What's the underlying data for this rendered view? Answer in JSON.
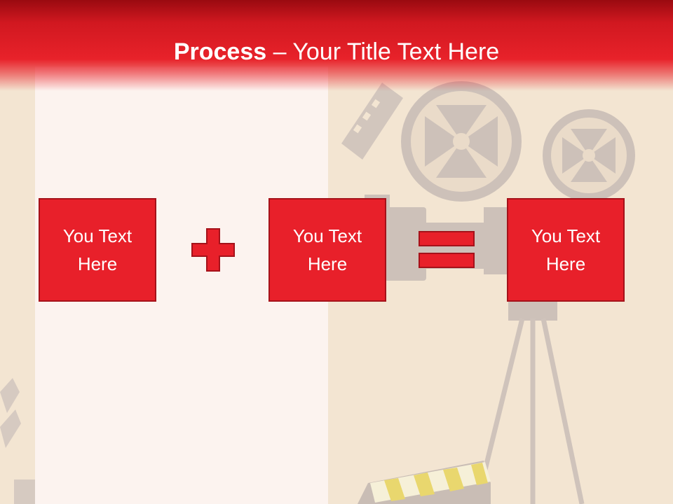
{
  "title": {
    "strong": "Process",
    "rest": " – Your Title Text Here"
  },
  "boxes": [
    {
      "label": "You Text\nHere"
    },
    {
      "label": "You Text\nHere"
    },
    {
      "label": "You Text\nHere"
    }
  ],
  "operators": {
    "plus_icon": "plus-icon",
    "equals_icon": "equals-icon"
  },
  "colors": {
    "header_red": "#e8222a",
    "box_fill": "#e8202a",
    "box_border": "#a5121a",
    "background": "#f3e5d2"
  }
}
